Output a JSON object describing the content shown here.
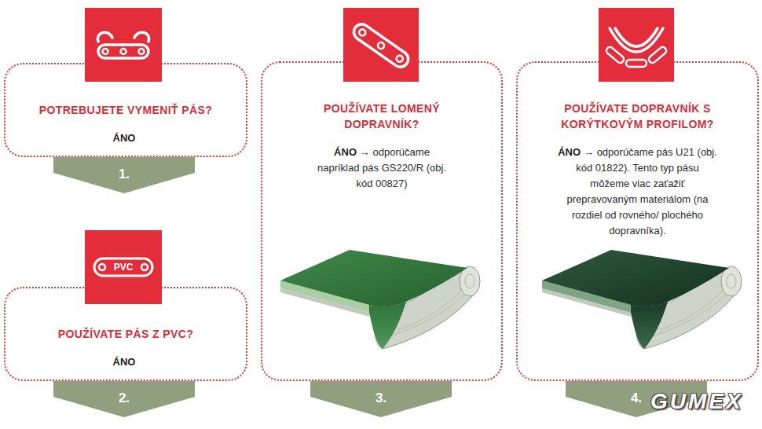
{
  "diagram": {
    "nodes": [
      {
        "text": [
          "POTREBUJETE VYMENIŤ PÁS?",
          "ÁNO"
        ]
      },
      {
        "text": [
          "1."
        ]
      },
      {
        "text": [
          "POUŽÍVATE PÁS Z PVC?",
          "ÁNO"
        ]
      },
      {
        "text": [
          "2."
        ]
      },
      {
        "text": [
          "POUŽÍVATE LOMENÝ DOPRAVNÍK?",
          "ÁNO →",
          "odporúčame napríklad pás GS220/R (obj. kód 00827)"
        ]
      },
      {
        "text": [
          "3."
        ]
      },
      {
        "text": [
          "POUŽÍVATE DOPRAVNÍK S KORÝTKOVÝM PROFILOM?",
          "ÁNO →",
          "odporúčame pás U21 (obj. kód 01822). Tento typ pásu môžeme viac zaťažiť prepravovaným materiálom (na rozdiel od rovného/ plochého dopravníka)."
        ]
      },
      {
        "text": [
          "4."
        ]
      }
    ],
    "labels": [
      "PVC",
      "GUMEX"
    ]
  }
}
